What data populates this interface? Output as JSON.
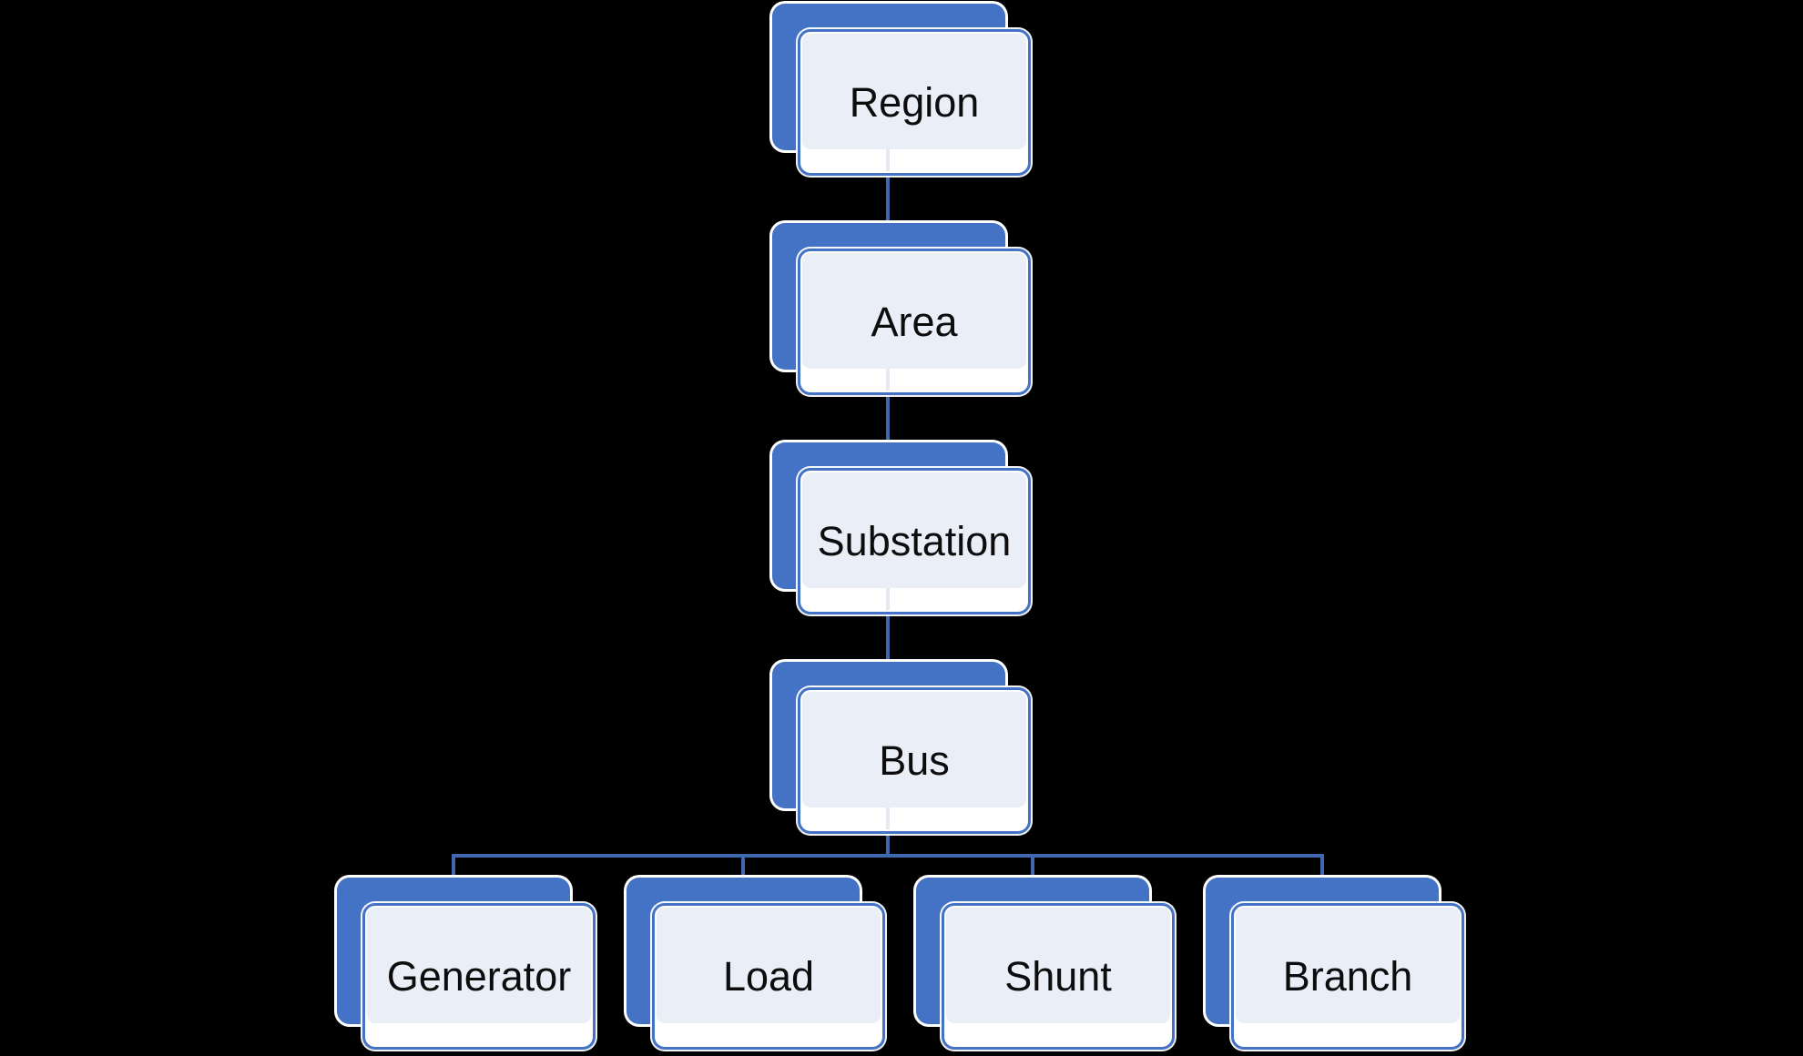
{
  "diagram": {
    "type": "hierarchy",
    "background_color": "#000000",
    "colors": {
      "accent": "#4472C4",
      "line": "#4068B0",
      "fill": "#EAEEF7",
      "bg": "#000000",
      "text": "#0D0D0D"
    },
    "nodes": [
      {
        "id": "region",
        "label": "Region",
        "level": 1
      },
      {
        "id": "area",
        "label": "Area",
        "level": 2
      },
      {
        "id": "substation",
        "label": "Substation",
        "level": 3
      },
      {
        "id": "bus",
        "label": "Bus",
        "level": 4
      },
      {
        "id": "generator",
        "label": "Generator",
        "level": 5
      },
      {
        "id": "load",
        "label": "Load",
        "level": 5
      },
      {
        "id": "shunt",
        "label": "Shunt",
        "level": 5
      },
      {
        "id": "branch",
        "label": "Branch",
        "level": 5
      }
    ],
    "edges": [
      [
        "region",
        "area"
      ],
      [
        "area",
        "substation"
      ],
      [
        "substation",
        "bus"
      ],
      [
        "bus",
        "generator"
      ],
      [
        "bus",
        "load"
      ],
      [
        "bus",
        "shunt"
      ],
      [
        "bus",
        "branch"
      ]
    ]
  }
}
